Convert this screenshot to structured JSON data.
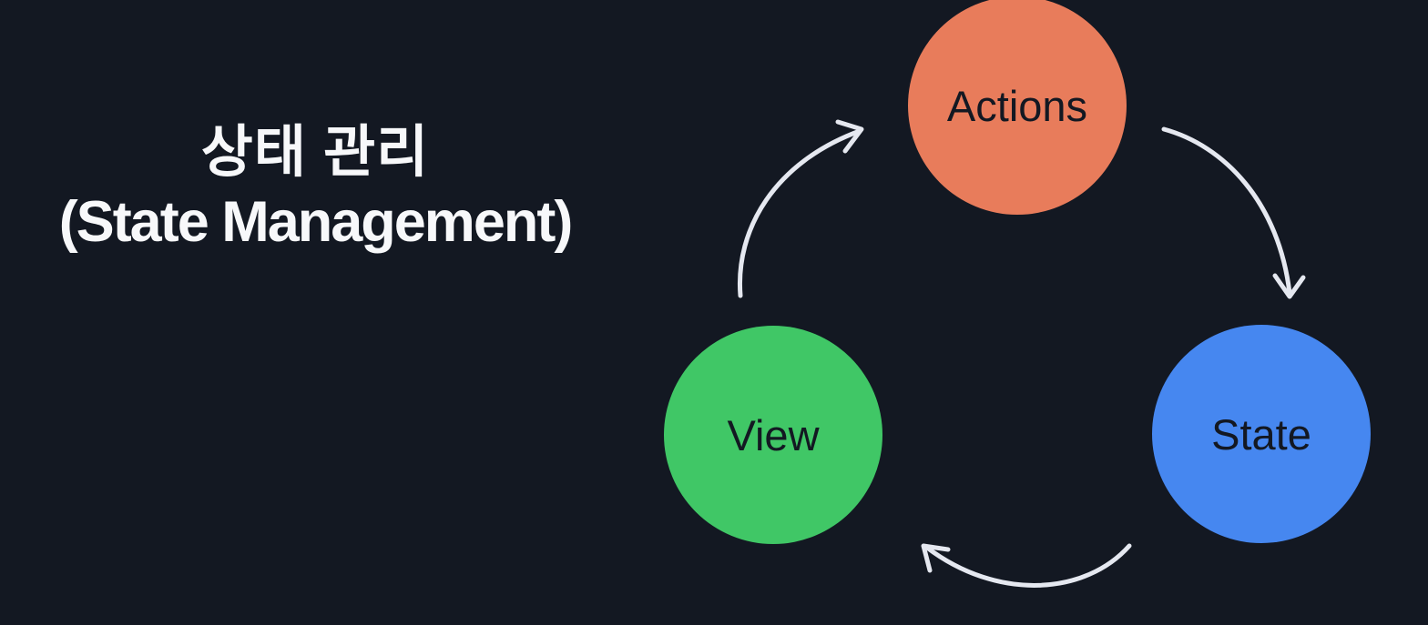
{
  "title": {
    "line1": "상태 관리",
    "line2": "(State Management)"
  },
  "diagram": {
    "description": "unidirectional state management cycle",
    "nodes": [
      {
        "id": "actions",
        "label": "Actions",
        "color": "#E87C5B"
      },
      {
        "id": "state",
        "label": "State",
        "color": "#4687F0"
      },
      {
        "id": "view",
        "label": "View",
        "color": "#40C766"
      }
    ],
    "arrows": [
      {
        "from": "view",
        "to": "actions"
      },
      {
        "from": "actions",
        "to": "state"
      },
      {
        "from": "state",
        "to": "view"
      }
    ],
    "arrow_color": "#E5E8F0"
  },
  "colors": {
    "background": "#131822",
    "title_text": "#F7F8FA",
    "node_label_text": "#131822"
  }
}
